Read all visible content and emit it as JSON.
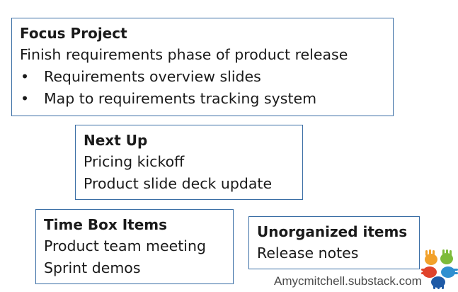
{
  "focus_project": {
    "title": "Focus Project",
    "subtitle": "Finish requirements phase of product release",
    "bullets": [
      {
        "marker": "•",
        "text": "Requirements overview slides"
      },
      {
        "marker": "•",
        "text": "Map to requirements tracking system"
      }
    ]
  },
  "next_up": {
    "title": "Next Up",
    "items": [
      "Pricing kickoff",
      "Product slide deck update"
    ]
  },
  "time_box": {
    "title": "Time Box Items",
    "items": [
      "Product team meeting",
      "Sprint demos"
    ]
  },
  "unorganized": {
    "title": "Unorganized items",
    "items": [
      "Release notes"
    ]
  },
  "watermark": "Amycmitchell.substack.com",
  "colors": {
    "box_border": "#3a6ea5",
    "text": "#1a1a1a",
    "watermark_text": "#4a4a4a",
    "hand_colors": [
      "#e0432b",
      "#f2a12a",
      "#7dbb3a",
      "#2f8fd0",
      "#1f5aa6"
    ]
  },
  "logo_icon": "colorful-hands-icon"
}
